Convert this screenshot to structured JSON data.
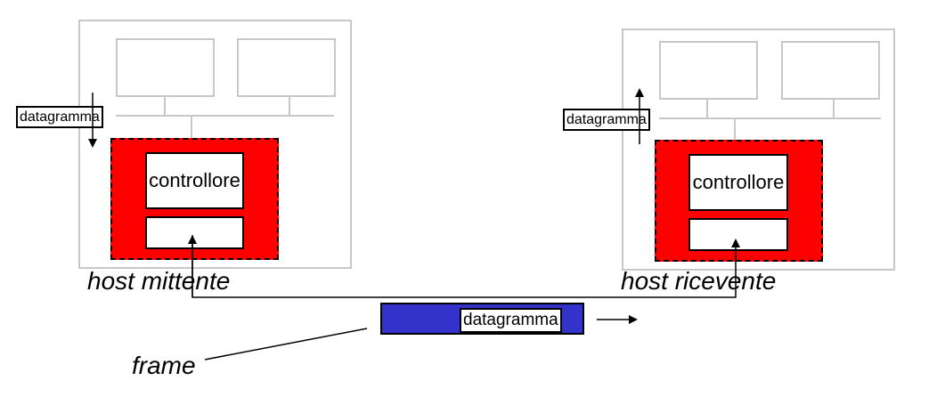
{
  "sender": {
    "host_label": "host mittente",
    "controller_label": "controllore",
    "datagram_label": "datagramma"
  },
  "receiver": {
    "host_label": "host ricevente",
    "controller_label": "controllore",
    "datagram_label": "datagramma"
  },
  "link": {
    "frame_label": "frame",
    "frame_datagram_label": "datagramma"
  },
  "colors": {
    "adapter": "#ff0000",
    "frame": "#3333cc",
    "host_outline": "#c8c8c8"
  }
}
